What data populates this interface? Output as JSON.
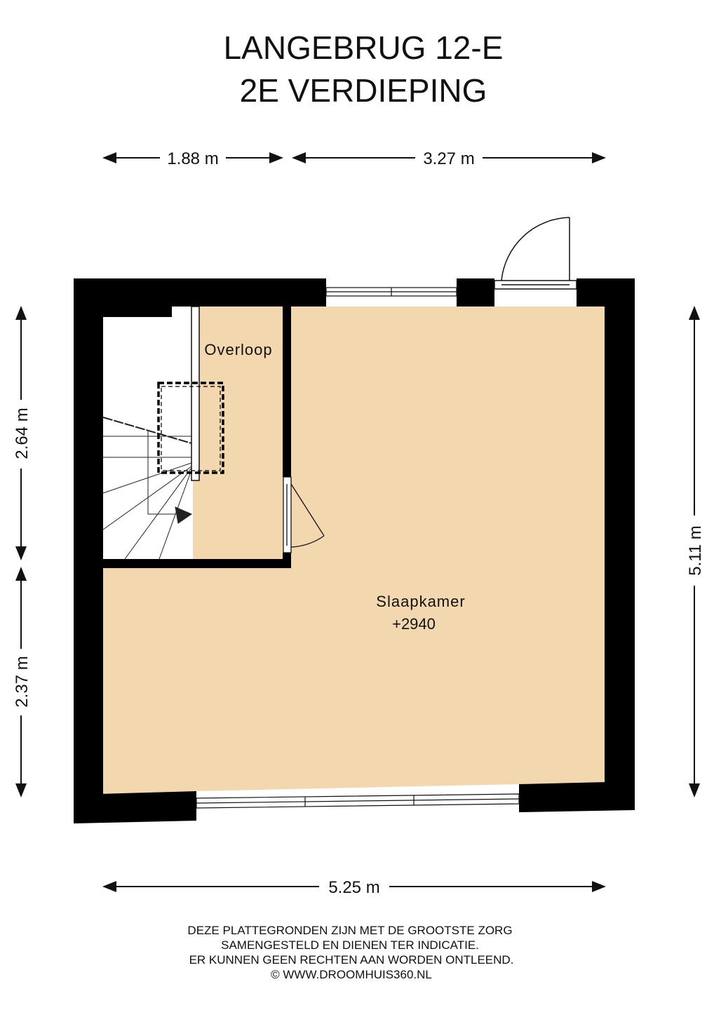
{
  "title": {
    "line1": "LANGEBRUG 12-E",
    "line2": "2E VERDIEPING"
  },
  "dimensions": {
    "top_left": "1.88 m",
    "top_right": "3.27 m",
    "left_upper": "2.64 m",
    "left_lower": "2.37 m",
    "right": "5.11 m",
    "bottom": "5.25 m"
  },
  "rooms": {
    "overloop": "Overloop",
    "slaapkamer": "Slaapkamer",
    "slaapkamer_level": "+2940"
  },
  "disclaimer": {
    "line1": "DEZE PLATTEGRONDEN ZIJN MET DE GROOTSTE ZORG",
    "line2": "SAMENGESTELD EN DIENEN TER INDICATIE.",
    "line3": "ER KUNNEN GEEN RECHTEN AAN WORDEN ONTLEEND.",
    "line4": "© WWW.DROOMHUIS360.NL"
  },
  "colors": {
    "floor": "#F2D7AF",
    "wall": "#000000"
  }
}
